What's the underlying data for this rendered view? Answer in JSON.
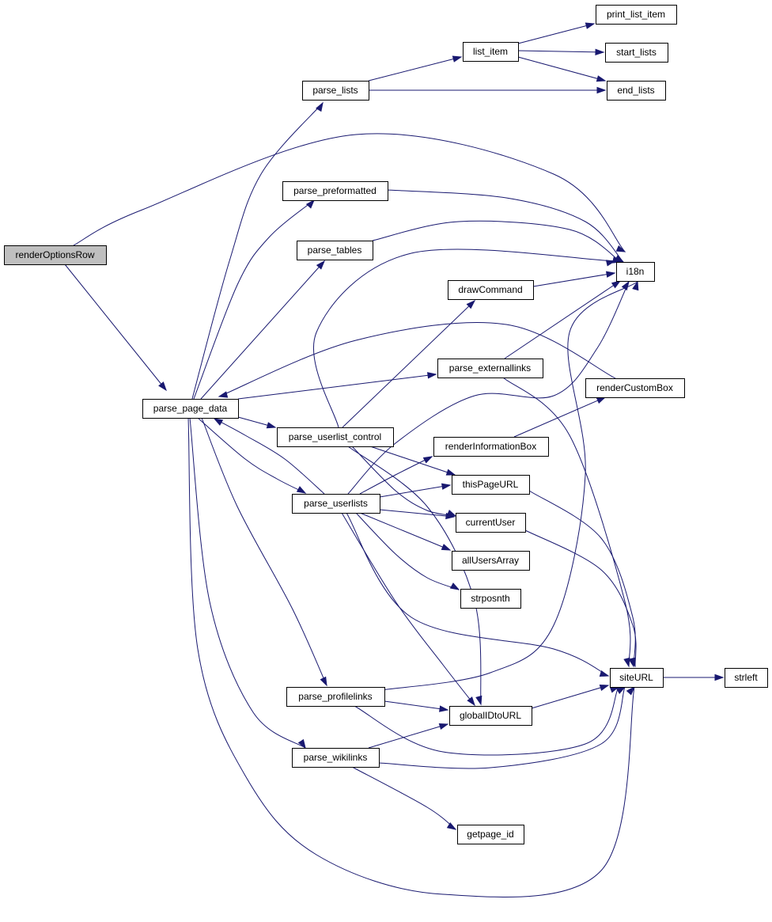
{
  "colors": {
    "edge": "#191970",
    "root_fill": "#bfbfbf",
    "node_fill": "#ffffff",
    "node_border": "#000000"
  },
  "nodes": [
    {
      "id": "renderOptionsRow",
      "label": "renderOptionsRow",
      "root": true
    },
    {
      "id": "parse_page_data",
      "label": "parse_page_data"
    },
    {
      "id": "i18n",
      "label": "i18n"
    },
    {
      "id": "parse_lists",
      "label": "parse_lists"
    },
    {
      "id": "list_item",
      "label": "list_item"
    },
    {
      "id": "print_list_item",
      "label": "print_list_item"
    },
    {
      "id": "start_lists",
      "label": "start_lists"
    },
    {
      "id": "end_lists",
      "label": "end_lists"
    },
    {
      "id": "parse_preformatted",
      "label": "parse_preformatted"
    },
    {
      "id": "parse_tables",
      "label": "parse_tables"
    },
    {
      "id": "drawCommand",
      "label": "drawCommand"
    },
    {
      "id": "parse_externallinks",
      "label": "parse_externallinks"
    },
    {
      "id": "renderCustomBox",
      "label": "renderCustomBox"
    },
    {
      "id": "parse_userlist_control",
      "label": "parse_userlist_control"
    },
    {
      "id": "renderInformationBox",
      "label": "renderInformationBox"
    },
    {
      "id": "thisPageURL",
      "label": "thisPageURL"
    },
    {
      "id": "parse_userlists",
      "label": "parse_userlists"
    },
    {
      "id": "currentUser",
      "label": "currentUser"
    },
    {
      "id": "allUsersArray",
      "label": "allUsersArray"
    },
    {
      "id": "strposnth",
      "label": "strposnth"
    },
    {
      "id": "siteURL",
      "label": "siteURL"
    },
    {
      "id": "strleft",
      "label": "strleft"
    },
    {
      "id": "parse_profilelinks",
      "label": "parse_profilelinks"
    },
    {
      "id": "globalIDtoURL",
      "label": "globalIDtoURL"
    },
    {
      "id": "parse_wikilinks",
      "label": "parse_wikilinks"
    },
    {
      "id": "getpage_id",
      "label": "getpage_id"
    }
  ],
  "edges": [
    {
      "from": "renderOptionsRow",
      "to": "i18n"
    },
    {
      "from": "renderOptionsRow",
      "to": "parse_page_data"
    },
    {
      "from": "parse_page_data",
      "to": "parse_lists"
    },
    {
      "from": "parse_lists",
      "to": "list_item"
    },
    {
      "from": "list_item",
      "to": "print_list_item"
    },
    {
      "from": "list_item",
      "to": "start_lists"
    },
    {
      "from": "list_item",
      "to": "end_lists"
    },
    {
      "from": "parse_lists",
      "to": "end_lists"
    },
    {
      "from": "parse_page_data",
      "to": "parse_preformatted"
    },
    {
      "from": "parse_preformatted",
      "to": "i18n"
    },
    {
      "from": "parse_page_data",
      "to": "parse_tables"
    },
    {
      "from": "parse_tables",
      "to": "i18n"
    },
    {
      "from": "parse_page_data",
      "to": "parse_externallinks"
    },
    {
      "from": "parse_externallinks",
      "to": "i18n"
    },
    {
      "from": "parse_externallinks",
      "to": "siteURL"
    },
    {
      "from": "drawCommand",
      "to": "i18n"
    },
    {
      "from": "renderCustomBox",
      "to": "parse_page_data"
    },
    {
      "from": "parse_page_data",
      "to": "parse_userlist_control"
    },
    {
      "from": "parse_userlist_control",
      "to": "drawCommand"
    },
    {
      "from": "parse_userlist_control",
      "to": "i18n"
    },
    {
      "from": "parse_userlist_control",
      "to": "thisPageURL"
    },
    {
      "from": "parse_userlist_control",
      "to": "currentUser"
    },
    {
      "from": "parse_userlist_control",
      "to": "globalIDtoURL"
    },
    {
      "from": "parse_page_data",
      "to": "parse_userlists"
    },
    {
      "from": "parse_userlists",
      "to": "parse_page_data"
    },
    {
      "from": "parse_userlists",
      "to": "renderInformationBox"
    },
    {
      "from": "renderInformationBox",
      "to": "renderCustomBox"
    },
    {
      "from": "parse_userlists",
      "to": "thisPageURL"
    },
    {
      "from": "parse_userlists",
      "to": "currentUser"
    },
    {
      "from": "parse_userlists",
      "to": "allUsersArray"
    },
    {
      "from": "parse_userlists",
      "to": "strposnth"
    },
    {
      "from": "parse_userlists",
      "to": "siteURL"
    },
    {
      "from": "parse_userlists",
      "to": "globalIDtoURL"
    },
    {
      "from": "parse_userlists",
      "to": "i18n"
    },
    {
      "from": "thisPageURL",
      "to": "siteURL"
    },
    {
      "from": "currentUser",
      "to": "siteURL"
    },
    {
      "from": "siteURL",
      "to": "strleft"
    },
    {
      "from": "parse_page_data",
      "to": "parse_profilelinks"
    },
    {
      "from": "parse_profilelinks",
      "to": "i18n"
    },
    {
      "from": "parse_profilelinks",
      "to": "globalIDtoURL"
    },
    {
      "from": "parse_profilelinks",
      "to": "siteURL"
    },
    {
      "from": "globalIDtoURL",
      "to": "siteURL"
    },
    {
      "from": "parse_page_data",
      "to": "parse_wikilinks"
    },
    {
      "from": "parse_wikilinks",
      "to": "globalIDtoURL"
    },
    {
      "from": "parse_wikilinks",
      "to": "siteURL"
    },
    {
      "from": "parse_wikilinks",
      "to": "getpage_id"
    },
    {
      "from": "parse_page_data",
      "to": "siteURL"
    }
  ]
}
